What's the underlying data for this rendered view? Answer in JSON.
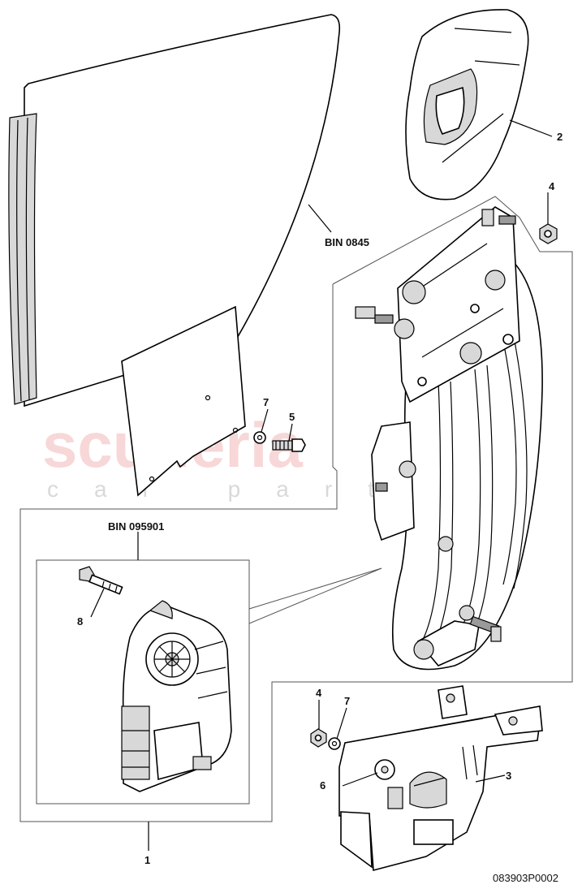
{
  "watermark": {
    "brand": "scuderia",
    "sub": "car parts"
  },
  "callouts": {
    "c1": "1",
    "c2": "2",
    "c3": "3",
    "c4a": "4",
    "c4b": "4",
    "c5": "5",
    "c6": "6",
    "c7a": "7",
    "c7b": "7",
    "c8": "8"
  },
  "bins": {
    "glass": "BIN 0845",
    "motor": "BIN 095901"
  },
  "drawing_code": "083903P0002"
}
